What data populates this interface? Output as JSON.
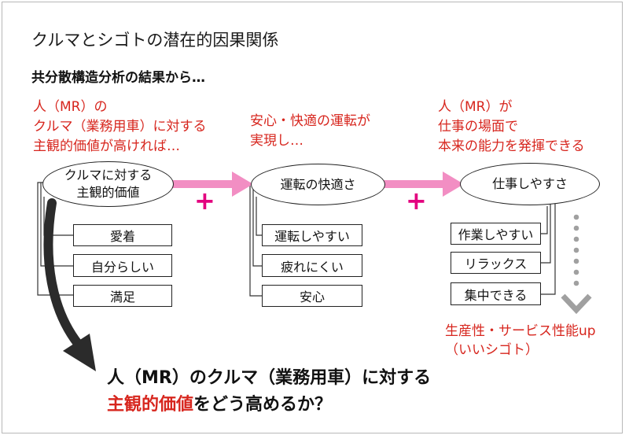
{
  "title": "クルマとシゴトの潜在的因果関係",
  "subtitle": "共分散構造分析の結果から…",
  "captions": {
    "c1": [
      "人（MR）の",
      "クルマ（業務用車）に対する",
      "主観的価値が高ければ…"
    ],
    "c2": [
      "安心・快適の運転が",
      "実現し…"
    ],
    "c3": [
      "人（MR）が",
      "仕事の場面で",
      "本来の能力を発揮できる"
    ]
  },
  "nodes": {
    "n1": "クルマに対する\n主観的価値",
    "n2": "運転の快適さ",
    "n3": "仕事しやすさ"
  },
  "boxes": {
    "b1": [
      "愛着",
      "自分らしい",
      "満足"
    ],
    "b2": [
      "運転しやすい",
      "疲れにくい",
      "安心"
    ],
    "b3": [
      "作業しやすい",
      "リラックス",
      "集中できる"
    ]
  },
  "plus_sign": "+",
  "outcome": [
    "生産性・サービス性能up",
    "（いいシゴト）"
  ],
  "conclusion": {
    "line1": "人（MR）のクルマ（業務用車）に対する",
    "line2_red": "主観的価値",
    "line2_rest": "をどう高めるか？"
  },
  "colors": {
    "accent_red": "#d7261e",
    "arrow_pink": "#f28ec3",
    "plus_magenta": "#e3007f",
    "dotted_gray": "#a0a0a0"
  }
}
